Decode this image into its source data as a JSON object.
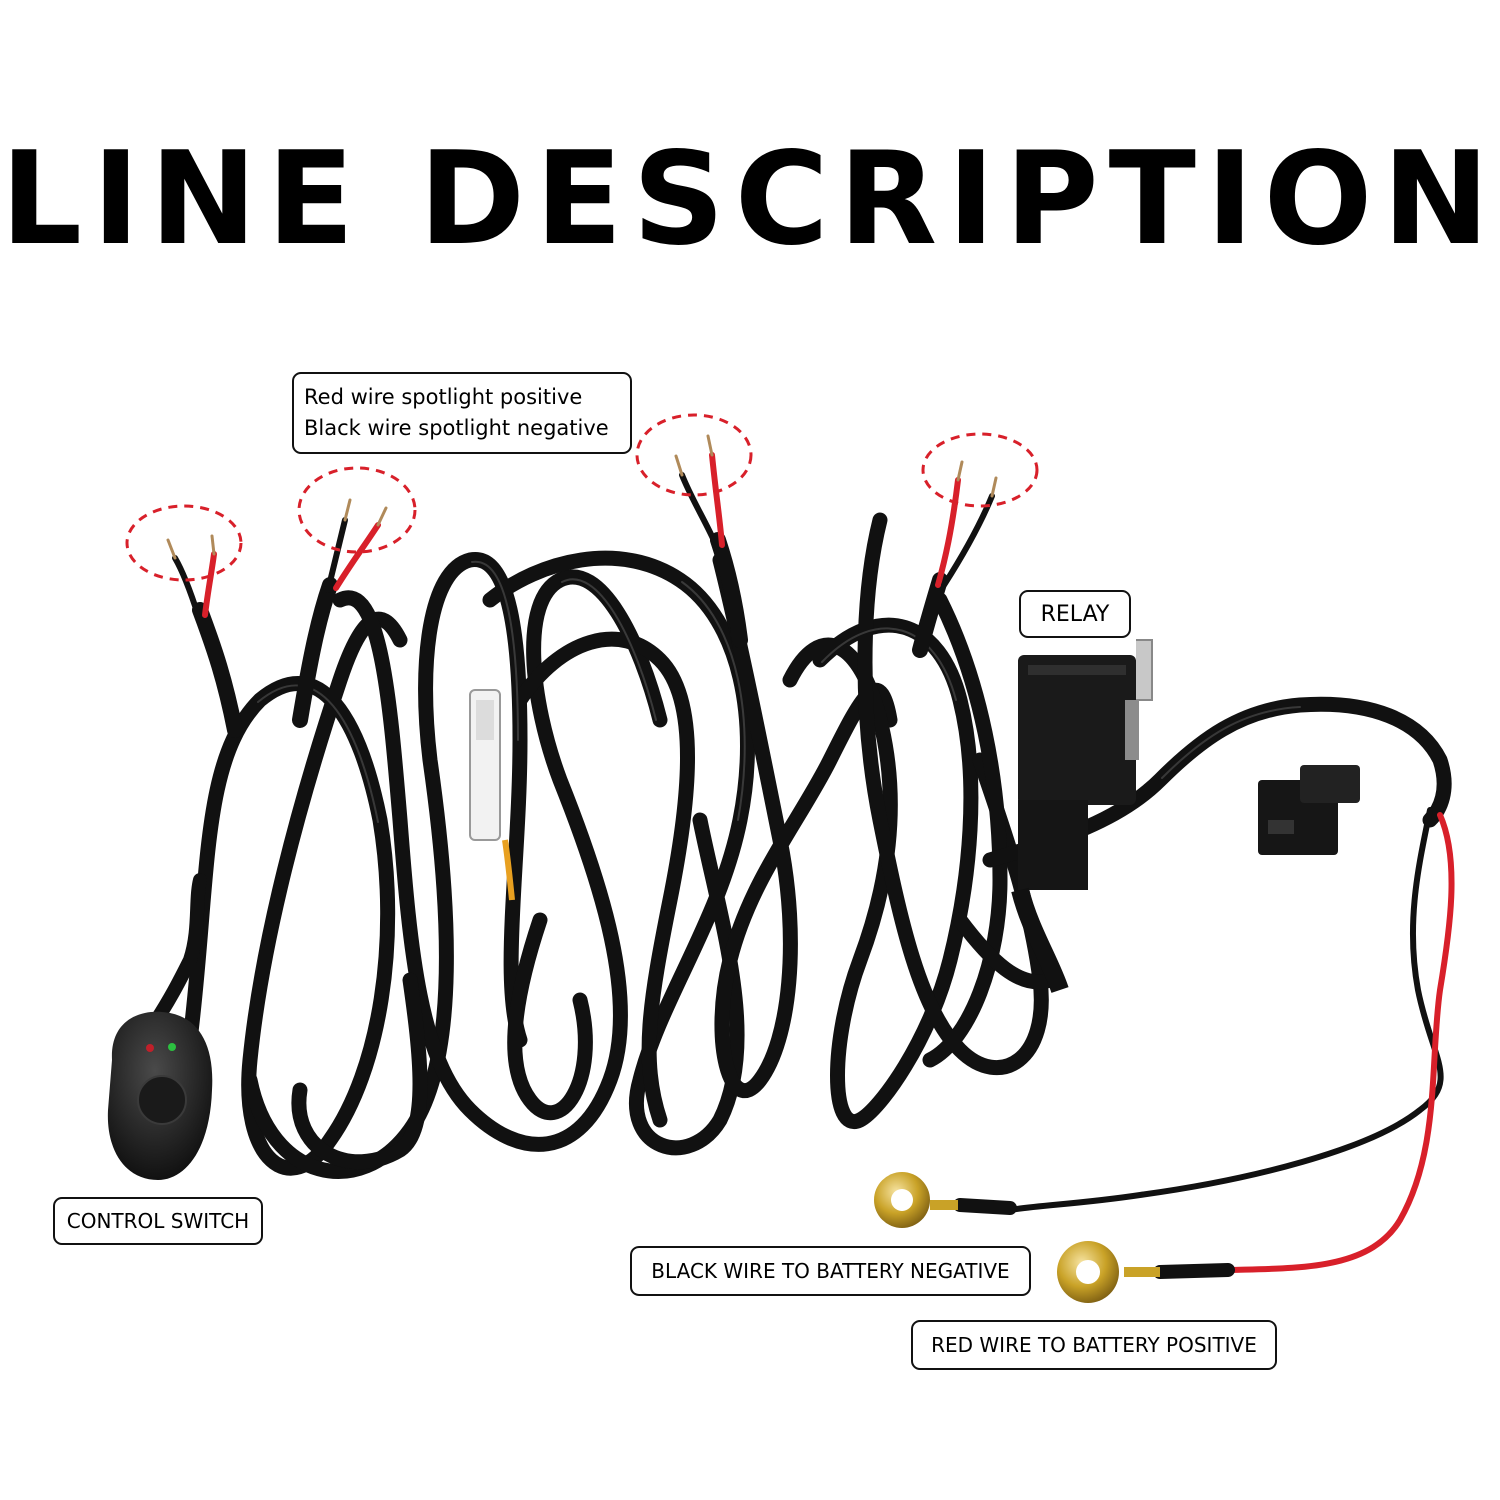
{
  "title": "LINE DESCRIPTION",
  "callouts": {
    "spotlight_line1": "Red wire spotlight positive",
    "spotlight_line2": "Black wire spotlight negative",
    "relay": "RELAY",
    "control_switch": "CONTROL SWITCH",
    "battery_negative": "BLACK WIRE TO BATTERY NEGATIVE",
    "battery_positive": "RED WIRE TO BATTERY POSITIVE"
  },
  "colors": {
    "wire_black": "#111111",
    "wire_red": "#d8202a",
    "highlight_dashed": "#d8202a",
    "terminal_brass": "#c9a227",
    "relay_body": "#1a1a1a"
  },
  "highlighted_wire_ends": 4
}
